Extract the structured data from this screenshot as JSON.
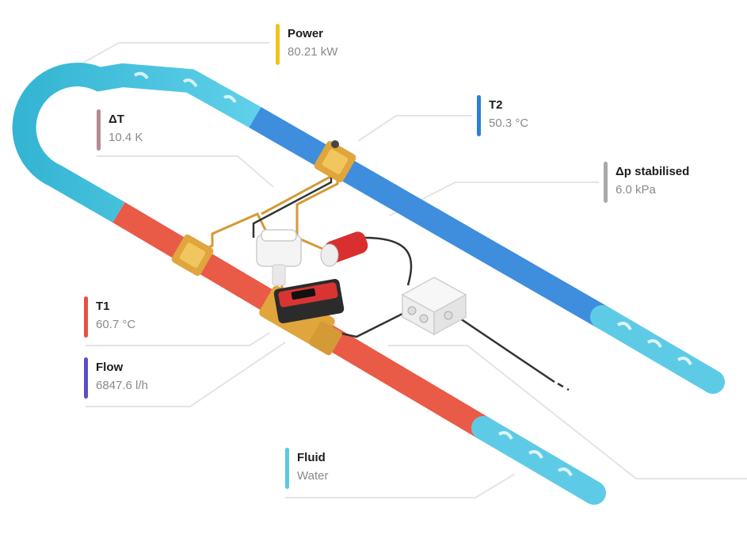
{
  "readouts": {
    "power": {
      "title": "Power",
      "value": "80.21 kW",
      "color": "#f2c21a"
    },
    "delta_t": {
      "title": "ΔT",
      "value": "10.4 K",
      "color": "#b58b93"
    },
    "t2": {
      "title": "T2",
      "value": "50.3 °C",
      "color": "#2b7fd7"
    },
    "dp": {
      "title": "Δp stabilised",
      "value": "6.0 kPa",
      "color": "#a9a9a9"
    },
    "t1": {
      "title": "T1",
      "value": "60.7 °C",
      "color": "#e9503e"
    },
    "flow": {
      "title": "Flow",
      "value": "6847.6 l/h",
      "color": "#5a4fc8"
    },
    "fluid": {
      "title": "Fluid",
      "value": "Water",
      "color": "#5ac8e6"
    }
  },
  "colors": {
    "supply_pipe": "#e95a47",
    "return_pipe": "#3f8ddd",
    "water": "#5ecbe6",
    "brass_fitting": "#d9a23a",
    "leader_line": "#e3e3e3",
    "cable": "#333333"
  }
}
